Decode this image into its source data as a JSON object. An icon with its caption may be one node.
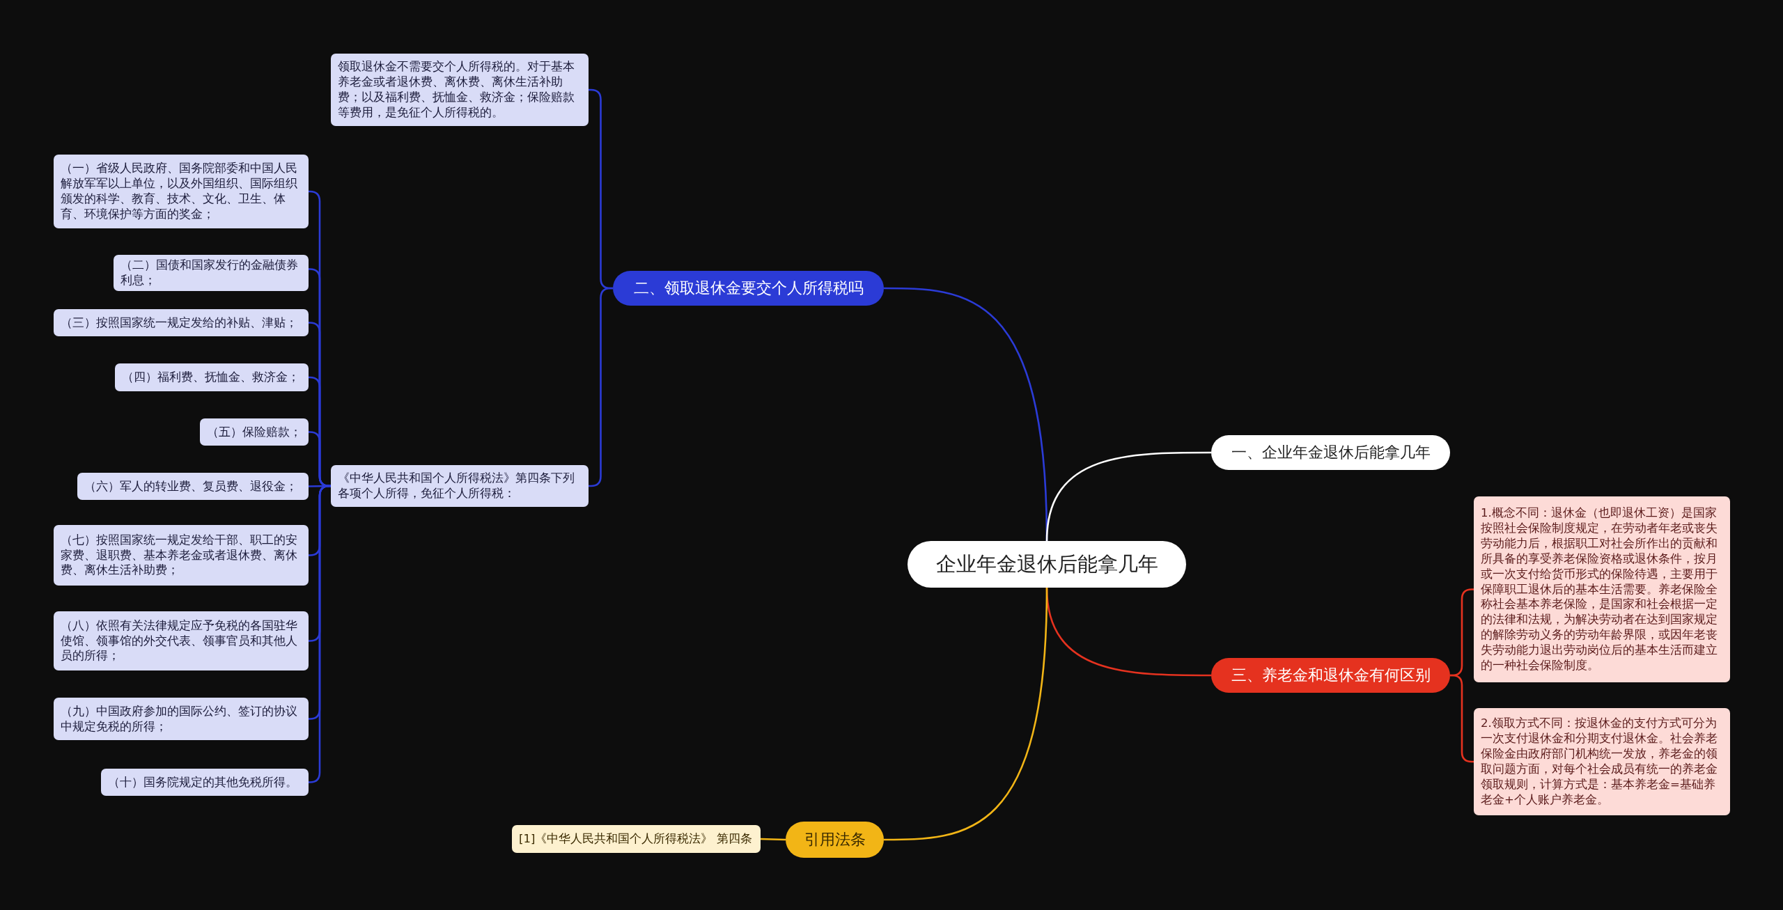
{
  "diagram": {
    "nodes": [
      {
        "text": [
          "企业年金退休后能拿几年"
        ]
      },
      {
        "text": [
          "二、领取退休金要交个人所得税吗"
        ]
      },
      {
        "text": [
          "领取退休金不需要交个人所得税的。对于基本养老金或者退休费、离休费、离休生活补助费；以及福利费、抚恤金、救济金；保险赔款等费用，是免征个人所得税的。"
        ]
      },
      {
        "text": [
          "《中华人民共和国个人所得税法》第四条下列各项个人所得，免征个人所得税："
        ]
      },
      {
        "text": [
          "（一）省级人民政府、国务院部委和中国人民解放军军以上单位，以及外国组织、国际组织颁发的科学、教育、技术、文化、卫生、体育、环境保护等方面的奖金；"
        ]
      },
      {
        "text": [
          "（二）国债和国家发行的金融债券利息；"
        ]
      },
      {
        "text": [
          "（三）按照国家统一规定发给的补贴、津贴；"
        ]
      },
      {
        "text": [
          "（四）福利费、抚恤金、救济金；"
        ]
      },
      {
        "text": [
          "（五）保险赔款；"
        ]
      },
      {
        "text": [
          "（六）军人的转业费、复员费、退役金；"
        ]
      },
      {
        "text": [
          "（七）按照国家统一规定发给干部、职工的安家费、退职费、基本养老金或者退休费、离休费、离休生活补助费；"
        ]
      },
      {
        "text": [
          "（八）依照有关法律规定应予免税的各国驻华使馆、领事馆的外交代表、领事官员和其他人员的所得；"
        ]
      },
      {
        "text": [
          "（九）中国政府参加的国际公约、签订的协议中规定免税的所得；"
        ]
      },
      {
        "text": [
          "（十）国务院规定的其他免税所得。"
        ]
      },
      {
        "text": [
          "一、企业年金退休后能拿几年"
        ]
      },
      {
        "text": [
          "三、养老金和退休金有何区别"
        ]
      },
      {
        "text": [
          "1.概念不同：退休金（也即退休工资）是国家按照社会保险制度规定，在劳动者年老或丧失劳动能力后，根据职工对社会所作出的贡献和所具备的享受养老保险资格或退休条件，按月或一次支付给货币形式的保险待遇，主要用于保障职工退休后的基本生活需要。养老保险全称社会基本养老保险，是国家和社会根据一定的法律和法规，为解决劳动者在达到国家规定的解除劳动义务的劳动年龄界限，或因年老丧失劳动能力退出劳动岗位后的基本生活而建立的一种社会保险制度。"
        ]
      },
      {
        "text": [
          "2.领取方式不同：按退休金的支付方式可分为一次支付退休金和分期支付退休金。社会养老保险金由政府部门机构统一发放，养老金的领取问题方面，对每个社会成员有统一的养老金领取规则，计算方式是：基本养老金=基础养老金+个人账户养老金。"
        ]
      },
      {
        "text": [
          "引用法条"
        ]
      },
      {
        "text": [
          "[1]《中华人民共和国个人所得税法》 第四条"
        ]
      }
    ],
    "edges": [
      {
        "from": 0,
        "to": 1,
        "arrow": "none"
      },
      {
        "from": 1,
        "to": 2,
        "arrow": "none"
      },
      {
        "from": 1,
        "to": 3,
        "arrow": "none"
      },
      {
        "from": 3,
        "to": 4,
        "arrow": "none"
      },
      {
        "from": 3,
        "to": 5,
        "arrow": "none"
      },
      {
        "from": 3,
        "to": 6,
        "arrow": "none"
      },
      {
        "from": 3,
        "to": 7,
        "arrow": "none"
      },
      {
        "from": 3,
        "to": 8,
        "arrow": "none"
      },
      {
        "from": 3,
        "to": 9,
        "arrow": "none"
      },
      {
        "from": 3,
        "to": 10,
        "arrow": "none"
      },
      {
        "from": 3,
        "to": 11,
        "arrow": "none"
      },
      {
        "from": 3,
        "to": 12,
        "arrow": "none"
      },
      {
        "from": 3,
        "to": 13,
        "arrow": "none"
      },
      {
        "from": 0,
        "to": 14,
        "arrow": "none",
        "color": "#ffffff"
      },
      {
        "from": 0,
        "to": 15,
        "arrow": "none",
        "color": "#e5321f"
      },
      {
        "from": 15,
        "to": 16,
        "arrow": "none",
        "color": "#e5321f"
      },
      {
        "from": 15,
        "to": 17,
        "arrow": "none",
        "color": "#e5321f"
      },
      {
        "from": 0,
        "to": 18,
        "arrow": "none",
        "color": "#f2b516"
      },
      {
        "from": 18,
        "to": 19,
        "arrow": "none",
        "color": "#f2b516"
      }
    ]
  }
}
